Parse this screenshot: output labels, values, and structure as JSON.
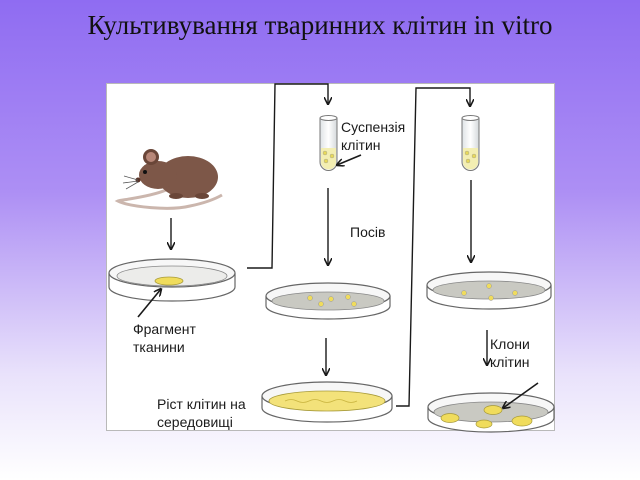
{
  "title": "Культивування тваринних клітин in vitro",
  "labels": {
    "suspension_line1": "Суспензія",
    "suspension_line2": "клітин",
    "seeding": "Посів",
    "fragment_line1": "Фрагмент",
    "fragment_line2": "тканини",
    "clones_line1": "Клони",
    "clones_line2": "клітин",
    "growth_line1": "Ріст клітин на",
    "growth_line2": "середовищі"
  },
  "icons": {
    "mouse": "mouse-icon",
    "test_tube": "test-tube-icon",
    "petri_dish": "petri-dish-icon"
  },
  "colors": {
    "medium_yellow": "#f3e27a",
    "cell_yellow": "#f0dc5c",
    "dish_gray": "#c9c9c2",
    "arrow": "#1a1a1a"
  }
}
